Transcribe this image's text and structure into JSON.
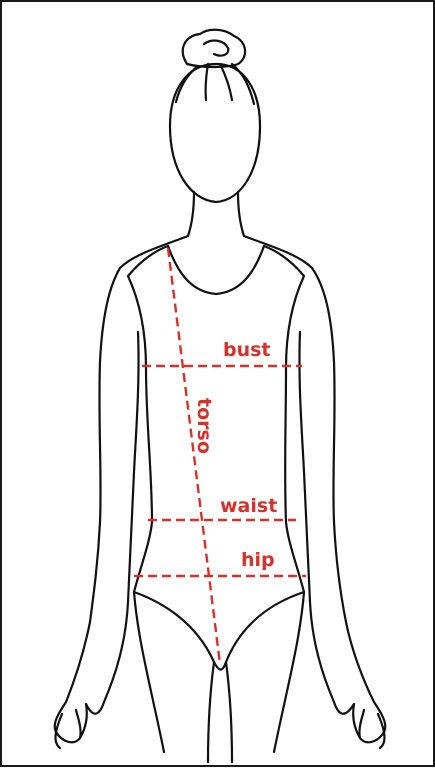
{
  "colors": {
    "outline": "#111111",
    "measurement": "#d7312b",
    "background": "#ffffff"
  },
  "labels": {
    "bust": "bust",
    "torso": "torso",
    "waist": "waist",
    "hip": "hip"
  }
}
